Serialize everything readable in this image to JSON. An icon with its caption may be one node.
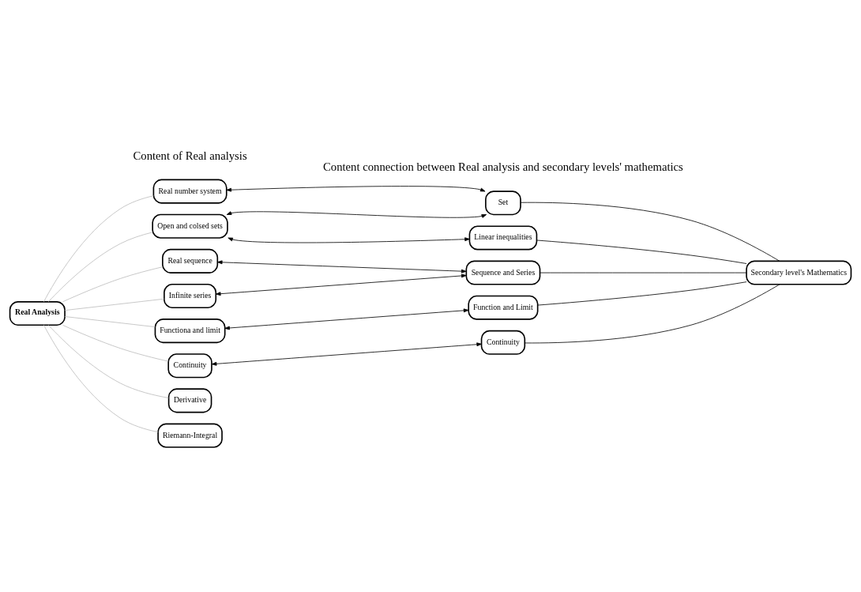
{
  "diagram": {
    "nodes": [
      {
        "text": [
          "Real Analysis"
        ]
      },
      {
        "text": [
          "Real number system"
        ]
      },
      {
        "text": [
          "Open and colsed sets"
        ]
      },
      {
        "text": [
          "Real sequence"
        ]
      },
      {
        "text": [
          "Infinite series"
        ]
      },
      {
        "text": [
          "Functiona and limit"
        ]
      },
      {
        "text": [
          "Continuity"
        ]
      },
      {
        "text": [
          "Derivative"
        ]
      },
      {
        "text": [
          "Riemann-Integral"
        ]
      },
      {
        "text": [
          "Set"
        ]
      },
      {
        "text": [
          "Linear inequalities"
        ]
      },
      {
        "text": [
          "Sequence and Series"
        ]
      },
      {
        "text": [
          "Function and Limit"
        ]
      },
      {
        "text": [
          "Continuity"
        ]
      },
      {
        "text": [
          "Secondary level's Mathematics"
        ]
      }
    ],
    "edges": [
      {
        "from": 0,
        "to": 1,
        "arrow": "none",
        "color": "#bbbbbb"
      },
      {
        "from": 0,
        "to": 2,
        "arrow": "none",
        "color": "#bbbbbb"
      },
      {
        "from": 0,
        "to": 3,
        "arrow": "none",
        "color": "#bbbbbb"
      },
      {
        "from": 0,
        "to": 4,
        "arrow": "none",
        "color": "#bbbbbb"
      },
      {
        "from": 0,
        "to": 5,
        "arrow": "none",
        "color": "#bbbbbb"
      },
      {
        "from": 0,
        "to": 6,
        "arrow": "none",
        "color": "#bbbbbb"
      },
      {
        "from": 0,
        "to": 7,
        "arrow": "none",
        "color": "#bbbbbb"
      },
      {
        "from": 0,
        "to": 8,
        "arrow": "none",
        "color": "#bbbbbb"
      },
      {
        "from": 1,
        "to": 9,
        "arrow": "both"
      },
      {
        "from": 2,
        "to": 9,
        "arrow": "both"
      },
      {
        "from": 2,
        "to": 10,
        "arrow": "both"
      },
      {
        "from": 3,
        "to": 11,
        "arrow": "both"
      },
      {
        "from": 4,
        "to": 11,
        "arrow": "both"
      },
      {
        "from": 5,
        "to": 12,
        "arrow": "both"
      },
      {
        "from": 6,
        "to": 13,
        "arrow": "both"
      },
      {
        "from": 9,
        "to": 14,
        "arrow": "none"
      },
      {
        "from": 10,
        "to": 14,
        "arrow": "none"
      },
      {
        "from": 11,
        "to": 14,
        "arrow": "none"
      },
      {
        "from": 12,
        "to": 14,
        "arrow": "none"
      },
      {
        "from": 13,
        "to": 14,
        "arrow": "none"
      }
    ],
    "labels": [
      "Content of Real analysis",
      "Content connection between Real analysis and secondary levels' mathematics"
    ]
  }
}
